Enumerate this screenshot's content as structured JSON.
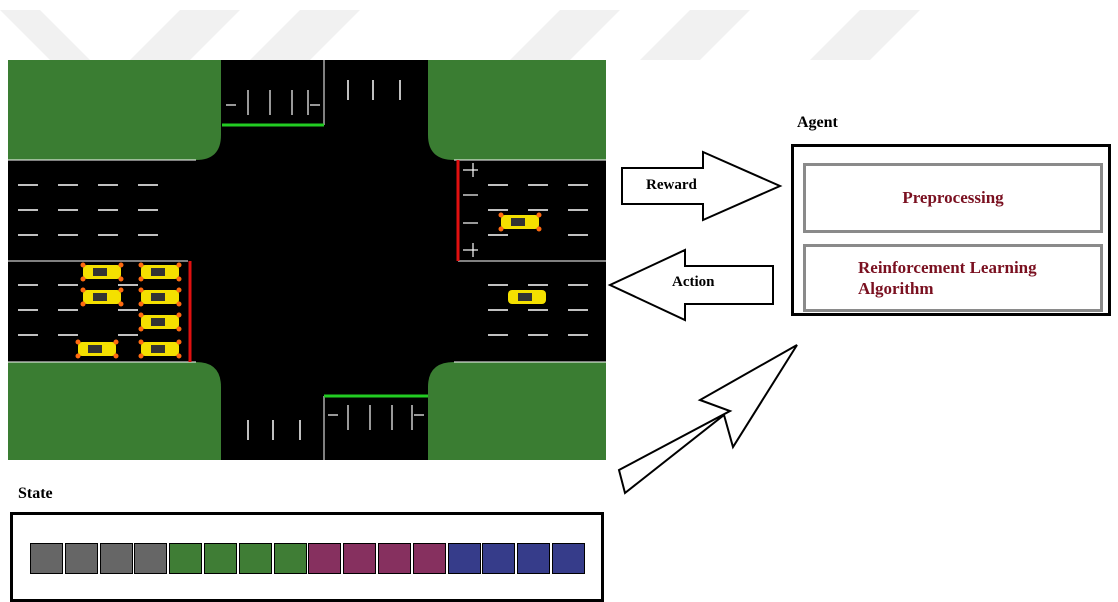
{
  "agent": {
    "label": "Agent",
    "modules": {
      "preprocessing": "Preprocessing",
      "rl_line1": "Reinforcement Learning",
      "rl_line2": "Algorithm"
    }
  },
  "state": {
    "label": "State",
    "cell_colors": [
      "#666666",
      "#666666",
      "#666666",
      "#666666",
      "#3f7d35",
      "#3f7d35",
      "#3f7d35",
      "#3f7d35",
      "#86305f",
      "#86305f",
      "#86305f",
      "#86305f",
      "#363c8a",
      "#363c8a",
      "#363c8a",
      "#363c8a"
    ]
  },
  "arrows": {
    "reward": "Reward",
    "action": "Action"
  },
  "colors": {
    "grass": "#3a7d32",
    "road": "#000000",
    "red_light": "#e01010",
    "green_light": "#22cc22",
    "car": "#f4e000",
    "module_text": "#7a1020"
  }
}
